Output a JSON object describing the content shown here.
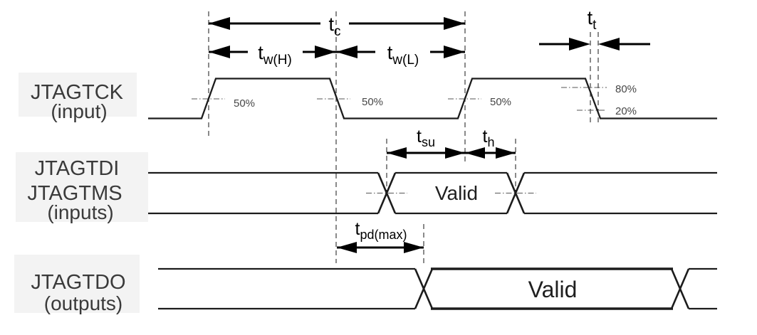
{
  "figure": {
    "background": "#ffffff",
    "waveform_color": "#1c1c1c",
    "signals": [
      {
        "name": "JTAGTCK",
        "qualifier": "(input)"
      },
      {
        "name": "JTAGTDI",
        "qualifier": ""
      },
      {
        "name": "JTAGTMS",
        "qualifier": "(inputs)"
      },
      {
        "name": "JTAGTDO",
        "qualifier": "(outputs)"
      }
    ],
    "timing": {
      "tc": {
        "base": "t",
        "sub": "c"
      },
      "twh": {
        "base": "t",
        "sub": "w(H)"
      },
      "twl": {
        "base": "t",
        "sub": "w(L)"
      },
      "tt": {
        "base": "t",
        "sub": "t"
      },
      "tsu": {
        "base": "t",
        "sub": "su"
      },
      "th": {
        "base": "t",
        "sub": "h"
      },
      "tpd": {
        "base": "t",
        "sub": "pd(max)"
      }
    },
    "thresholds": {
      "rise1": "50%",
      "fall1": "50%",
      "rise2": "50%",
      "high": "80%",
      "low": "20%"
    },
    "valid": {
      "tdi_tms": "Valid",
      "tdo": "Valid"
    }
  }
}
